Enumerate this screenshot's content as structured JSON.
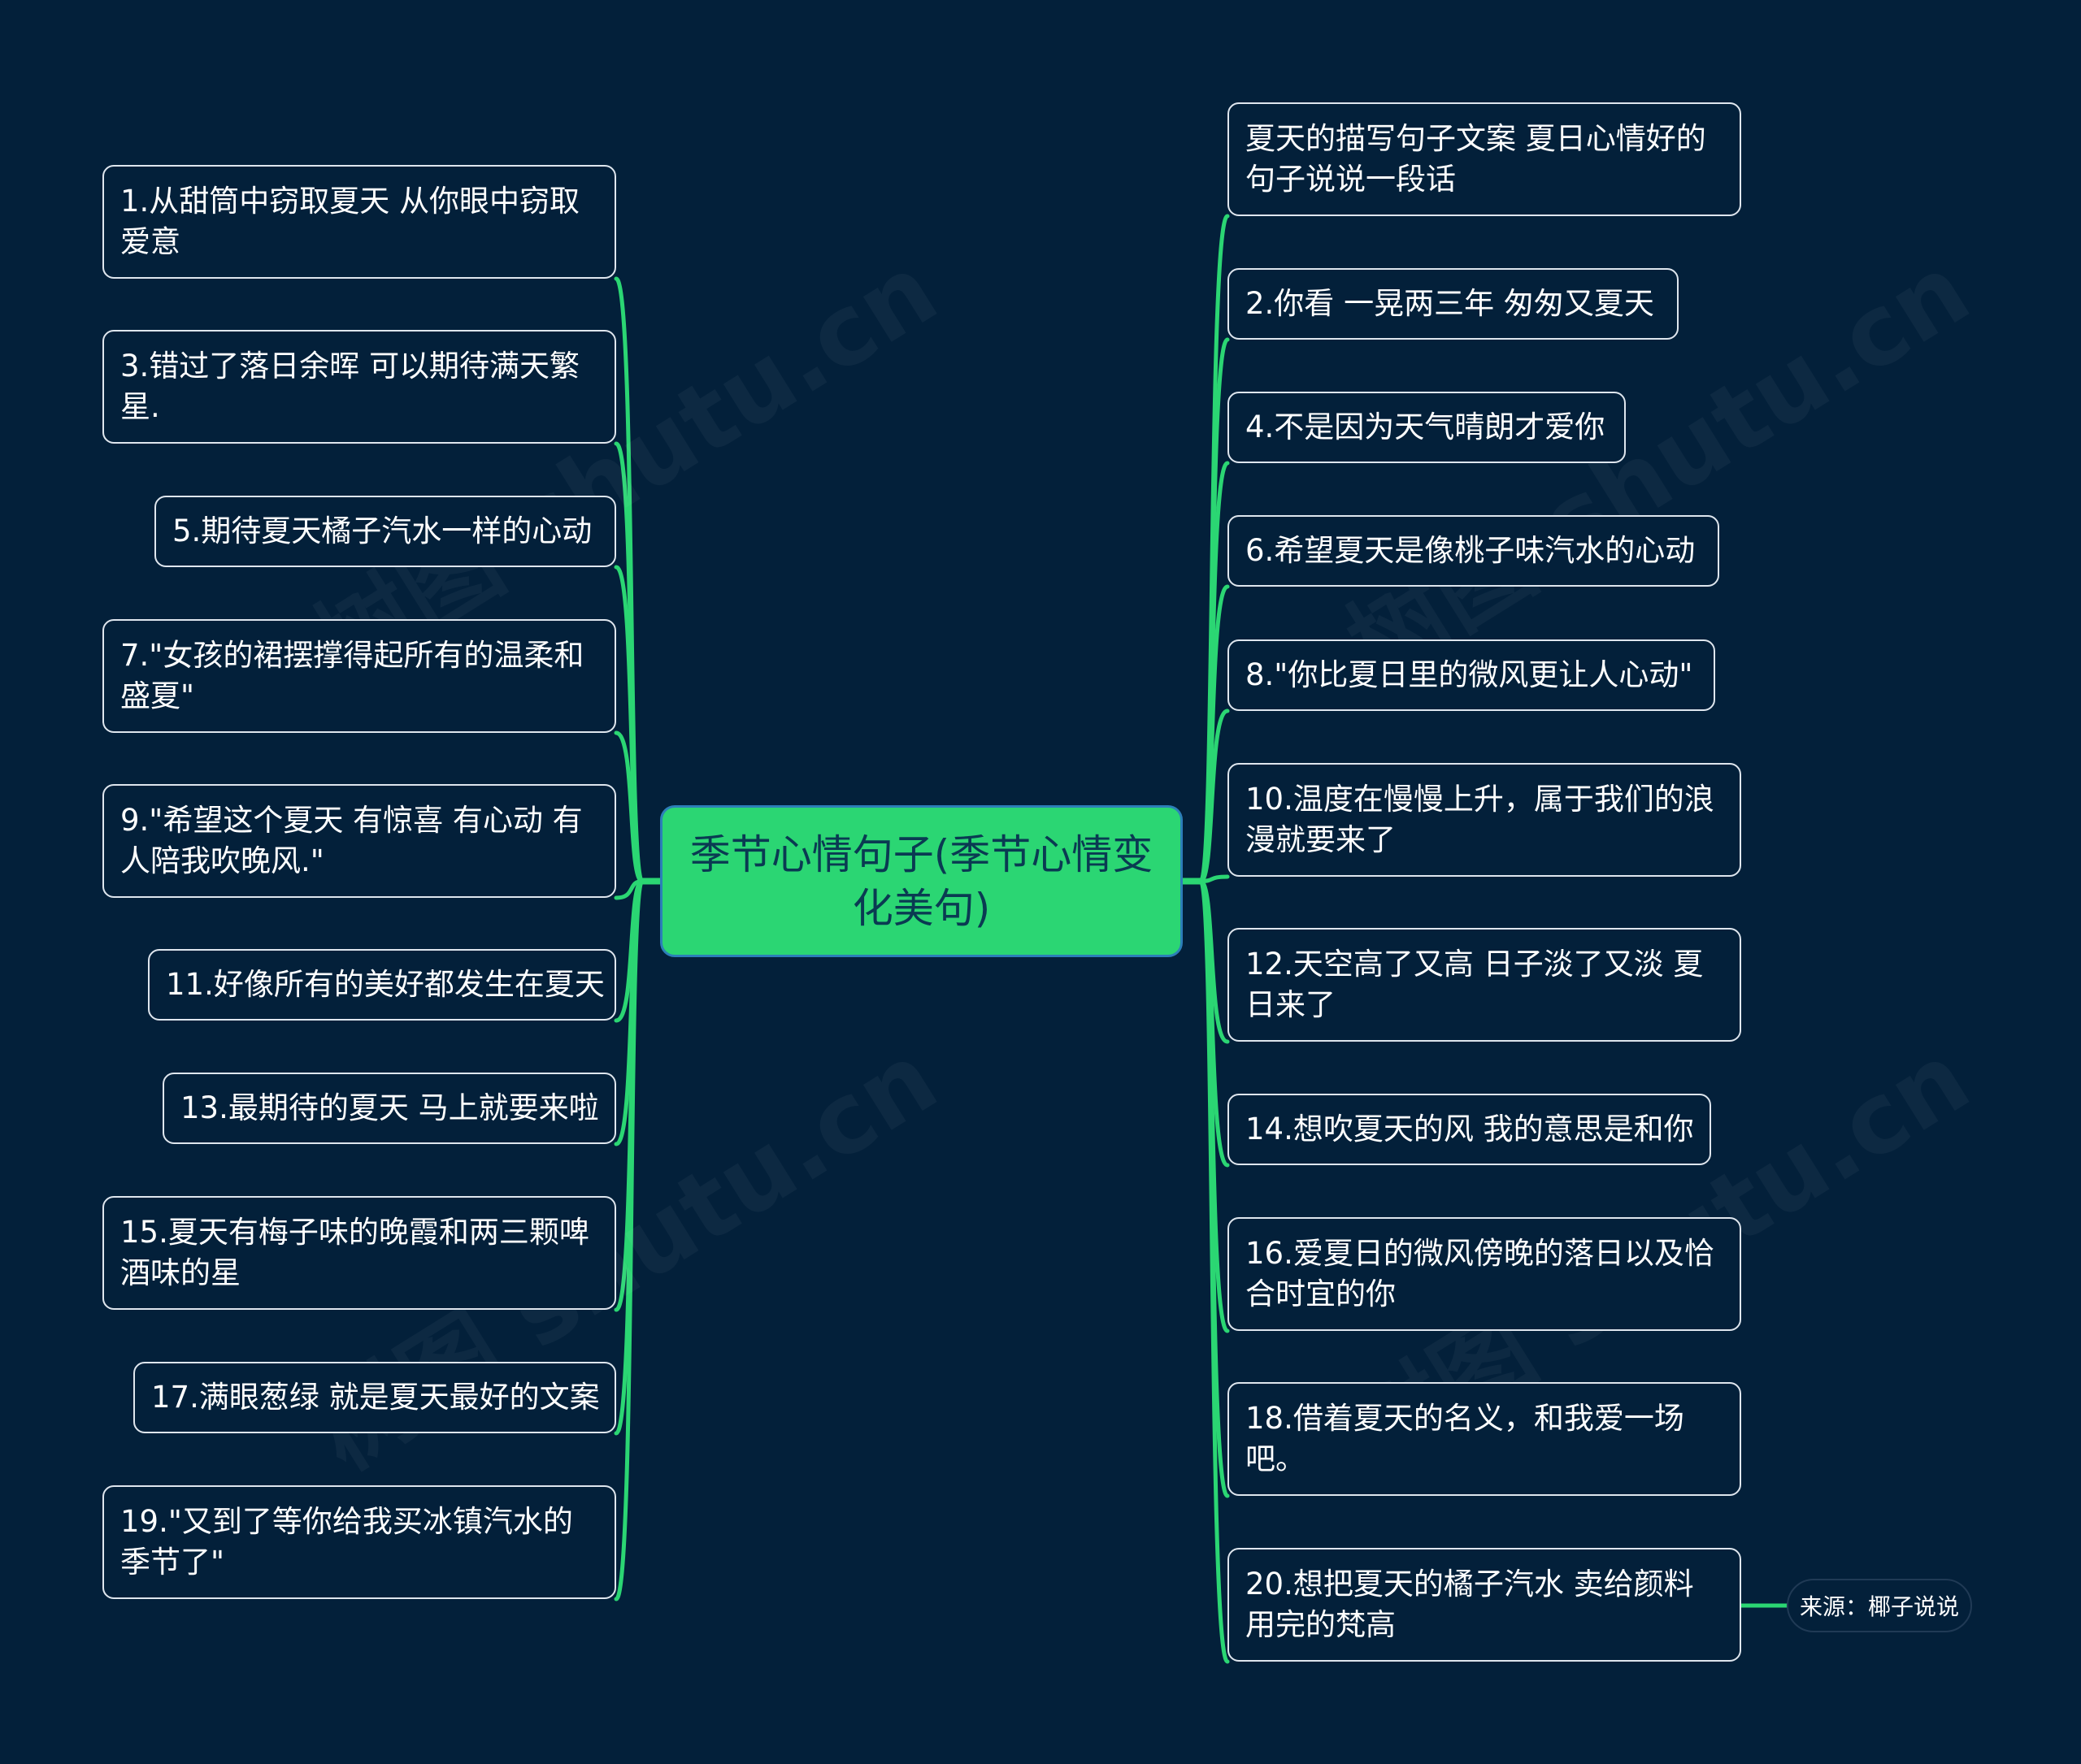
{
  "center": {
    "text": "季节心情句子(季节心情变化美句)"
  },
  "left_nodes": [
    {
      "text": "1.从甜筒中窃取夏天 从你眼中窃取爱意"
    },
    {
      "text": "3.错过了落日余晖 可以期待满天繁星."
    },
    {
      "text": "5.期待夏天橘子汽水一样的心动"
    },
    {
      "text": "7.\"女孩的裙摆撑得起所有的温柔和盛夏\""
    },
    {
      "text": "9.\"希望这个夏天 有惊喜 有心动 有人陪我吹晚风.\""
    },
    {
      "text": "11.好像所有的美好都发生在夏天"
    },
    {
      "text": "13.最期待的夏天 马上就要来啦"
    },
    {
      "text": "15.夏天有梅子味的晚霞和两三颗啤酒味的星"
    },
    {
      "text": "17.满眼葱绿 就是夏天最好的文案"
    },
    {
      "text": "19.\"又到了等你给我买冰镇汽水的季节了\""
    }
  ],
  "right_nodes": [
    {
      "text": "夏天的描写句子文案 夏日心情好的句子说说一段话"
    },
    {
      "text": "2.你看 一晃两三年 匆匆又夏天"
    },
    {
      "text": "4.不是因为天气晴朗才爱你"
    },
    {
      "text": "6.希望夏天是像桃子味汽水的心动"
    },
    {
      "text": "8.\"你比夏日里的微风更让人心动\""
    },
    {
      "text": "10.温度在慢慢上升，属于我们的浪漫就要来了"
    },
    {
      "text": "12.天空高了又高 日子淡了又淡 夏日来了"
    },
    {
      "text": "14.想吹夏天的风 我的意思是和你"
    },
    {
      "text": "16.爱夏日的微风傍晚的落日以及恰合时宜的你"
    },
    {
      "text": "18.借着夏天的名义，和我爱一场吧。"
    },
    {
      "text": "20.想把夏天的橘子汽水 卖给颜料用完的梵高"
    }
  ],
  "source": {
    "text": "来源：椰子说说"
  },
  "colors": {
    "background": "#03203a",
    "branch": "#2bd673",
    "center_fill": "#2bd673",
    "center_border": "#2c7fb8",
    "node_border": "#dfe6ee"
  }
}
